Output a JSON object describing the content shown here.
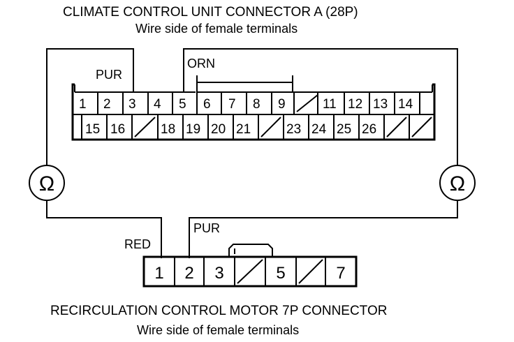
{
  "connector_a": {
    "title": "CLIMATE CONTROL UNIT CONNECTOR A (28P)",
    "subtitle": "Wire side of female terminals",
    "row1": [
      "1",
      "2",
      "3",
      "4",
      "5",
      "6",
      "7",
      "8",
      "9",
      "",
      "11",
      "12",
      "13",
      "14"
    ],
    "row2": [
      "",
      "15",
      "16",
      "",
      "18",
      "19",
      "20",
      "21",
      "",
      "23",
      "24",
      "25",
      "26",
      "",
      ""
    ]
  },
  "motor_connector": {
    "title": "RECIRCULATION CONTROL MOTOR 7P CONNECTOR",
    "subtitle": "Wire side of female terminals",
    "pins": [
      "1",
      "2",
      "3",
      "",
      "5",
      "",
      "7"
    ]
  },
  "wire_labels": {
    "pur_top": "PUR",
    "orn": "ORN",
    "red": "RED",
    "pur_bottom": "PUR"
  },
  "meters": {
    "left": "Ω",
    "right": "Ω"
  }
}
